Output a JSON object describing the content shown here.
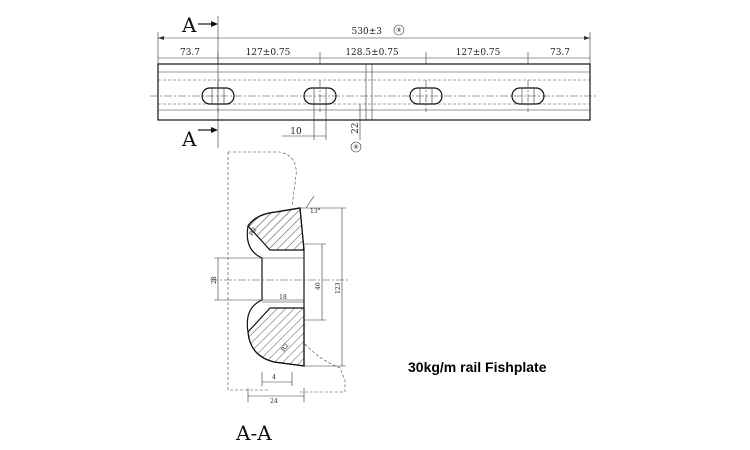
{
  "section_mark": "A",
  "section_title": "A-A",
  "overall_length": "530±3",
  "overall_note": "⑧",
  "segments": {
    "end_left": "73.7",
    "pitch_1": "127±0.75",
    "pitch_mid": "128.5±0.75",
    "pitch_2": "127±0.75",
    "end_right": "73.7"
  },
  "slot_gap": "10",
  "height_dim": "22",
  "height_note": "⑧",
  "section_dims": {
    "angle_top": "13°",
    "hole_depth": "18",
    "bore_left": "28",
    "bore_right": "40",
    "total_height": "123",
    "offset_small": "4",
    "offset_base": "24",
    "chamfer_top": "R2",
    "chamfer_bottom": "R2"
  },
  "caption": "30kg/m rail Fishplate"
}
